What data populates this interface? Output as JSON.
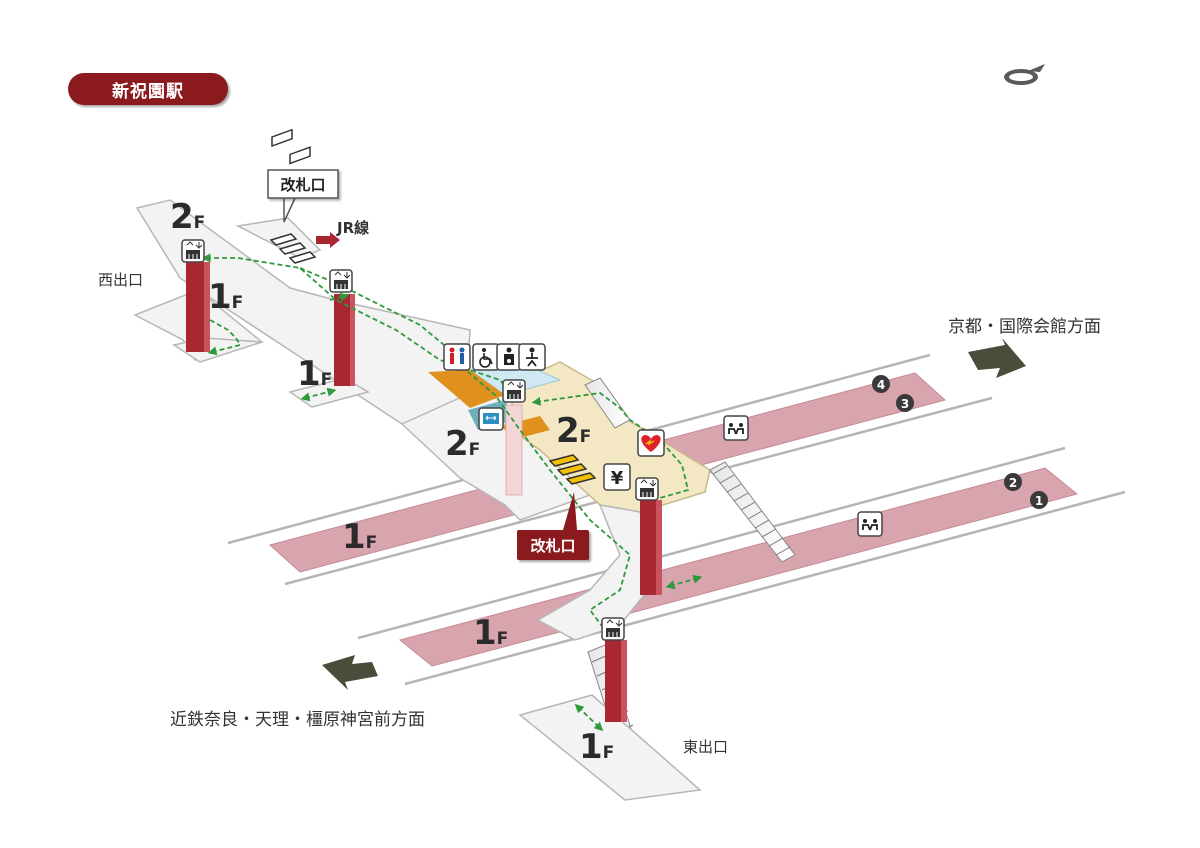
{
  "header": {
    "station_name": "新祝園駅"
  },
  "ticket_gates": {
    "upper": "改札口",
    "main": "改札口"
  },
  "labels": {
    "jr_line": "JR線",
    "west_exit": "西出口",
    "east_exit": "東出口",
    "dir_kyoto": "京都・国際会館方面",
    "dir_nara": "近鉄奈良・天理・橿原神宮前方面"
  },
  "floor_labels": [
    {
      "id": "nw-2f",
      "num": "2",
      "unit": "F"
    },
    {
      "id": "nw-1f",
      "num": "1",
      "unit": "F"
    },
    {
      "id": "mid-1f",
      "num": "1",
      "unit": "F"
    },
    {
      "id": "concourse-2f-left",
      "num": "2",
      "unit": "F"
    },
    {
      "id": "concourse-2f-right",
      "num": "2",
      "unit": "F"
    },
    {
      "id": "platform-1f-upper",
      "num": "1",
      "unit": "F"
    },
    {
      "id": "platform-1f-lower",
      "num": "1",
      "unit": "F"
    },
    {
      "id": "east-1f",
      "num": "1",
      "unit": "F"
    }
  ],
  "track_numbers": [
    "4",
    "3",
    "2",
    "1"
  ],
  "icons": {
    "yen": "¥",
    "compass": "compass-icon",
    "elevator": "elevator-icon",
    "restroom": "restroom-icon",
    "wheelchair": "wheelchair-icon",
    "ostomate": "ostomate-icon",
    "baby": "baby-care-icon",
    "aed": "aed-heart-icon",
    "waiting": "waiting-seat-icon",
    "ticket_machine": "ticket-machine-icon",
    "info": "information-icon"
  },
  "colors": {
    "title_bg": "#8b1a1e",
    "platform": "#d8a5ae",
    "pillar": "#a92733",
    "concourse": "#f4e8c4",
    "shop": "#e0901c",
    "route": "#2f9a3d",
    "direction_arrow": "#4c4c3a"
  }
}
